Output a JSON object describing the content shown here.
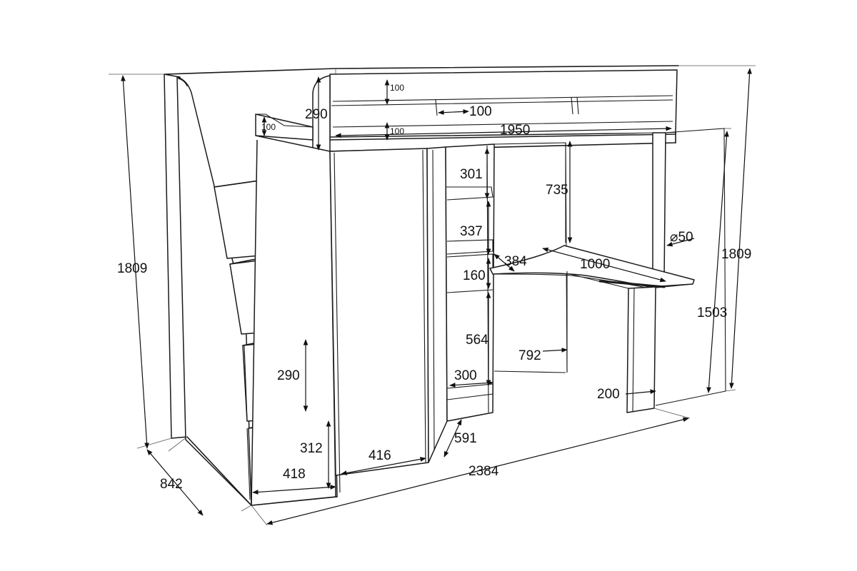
{
  "dimensions": {
    "rail_top": "100",
    "rail_height": "290",
    "rail_gap": "100",
    "stair_rail": "100",
    "slat_gap": "100",
    "bed_length": "1950",
    "shelf_1": "301",
    "shelf_2": "337",
    "drawer": "160",
    "shelf_low": "564",
    "shelf_width": "300",
    "desk_clearance": "735",
    "desk_depth": "384",
    "desk_width": "1000",
    "post_diameter": "⌀50",
    "height_right": "1809",
    "height_under": "1503",
    "height_left": "1809",
    "desk_under": "792",
    "desk_leg": "200",
    "wardrobe_depth": "591",
    "wardrobe_width": "416",
    "step_height": "290",
    "drawer_height": "312",
    "stair_width": "418",
    "total_width": "2384",
    "total_depth": "842"
  }
}
